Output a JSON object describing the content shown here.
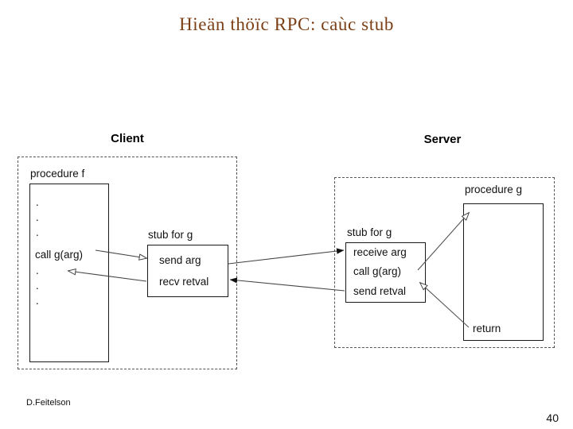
{
  "slide": {
    "title": "Hieän thöïc RPC: caùc stub",
    "title_color": "#7B3F16",
    "author": "D.Feitelson",
    "page_number": "40"
  },
  "client": {
    "caption": "Client",
    "procedure": {
      "label": "procedure f",
      "lines": [
        ".",
        ".",
        ".",
        "call g(arg)",
        ".",
        ".",
        "."
      ]
    },
    "stub": {
      "label": "stub for g",
      "lines": [
        "send arg",
        "recv retval"
      ]
    }
  },
  "server": {
    "caption": "Server",
    "stub": {
      "label": "stub for g",
      "lines": [
        "receive arg",
        "call g(arg)",
        "send retval"
      ]
    },
    "procedure": {
      "label": "procedure g",
      "lines": [
        "return"
      ]
    }
  },
  "arrows": [
    {
      "name": "call-to-client-stub",
      "from": "call g(arg)",
      "to": "send arg",
      "head": "hollow"
    },
    {
      "name": "client-stub-to-call-return",
      "from": "recv retval",
      "to": "call g(arg)",
      "head": "hollow"
    },
    {
      "name": "client-send-to-server-receive",
      "from": "send arg",
      "to": "receive arg",
      "head": "solid"
    },
    {
      "name": "server-send-to-client-recv",
      "from": "send retval",
      "to": "recv retval",
      "head": "solid"
    },
    {
      "name": "server-stub-to-procedure-g",
      "from": "call g(arg)",
      "to": "procedure g",
      "head": "hollow"
    },
    {
      "name": "procedure-g-return-to-stub",
      "from": "return",
      "to": "send retval",
      "head": "hollow"
    }
  ]
}
